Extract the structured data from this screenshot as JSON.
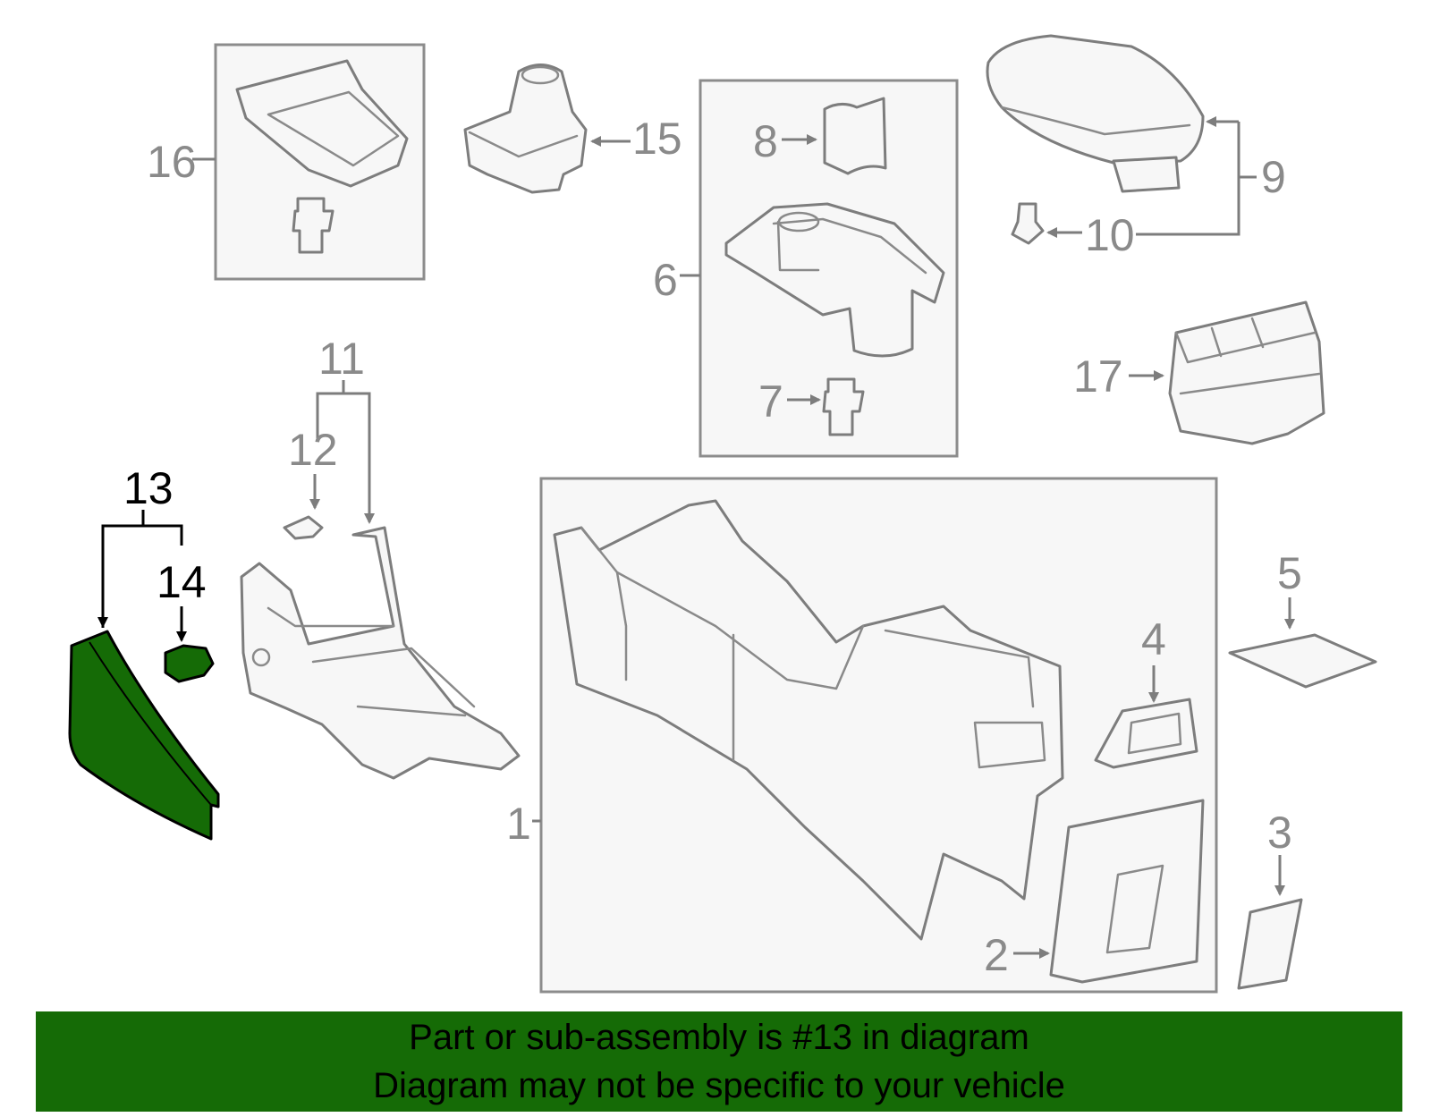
{
  "diagram": {
    "highlight_color": "#156b06",
    "callouts": {
      "c1": "1",
      "c2": "2",
      "c3": "3",
      "c4": "4",
      "c5": "5",
      "c6": "6",
      "c7": "7",
      "c8": "8",
      "c9": "9",
      "c10": "10",
      "c11": "11",
      "c12": "12",
      "c13": "13",
      "c14": "14",
      "c15": "15",
      "c16": "16",
      "c17": "17"
    }
  },
  "banner": {
    "line1": "Part or sub-assembly is #13 in diagram",
    "line2": "Diagram may not be specific to your vehicle"
  }
}
